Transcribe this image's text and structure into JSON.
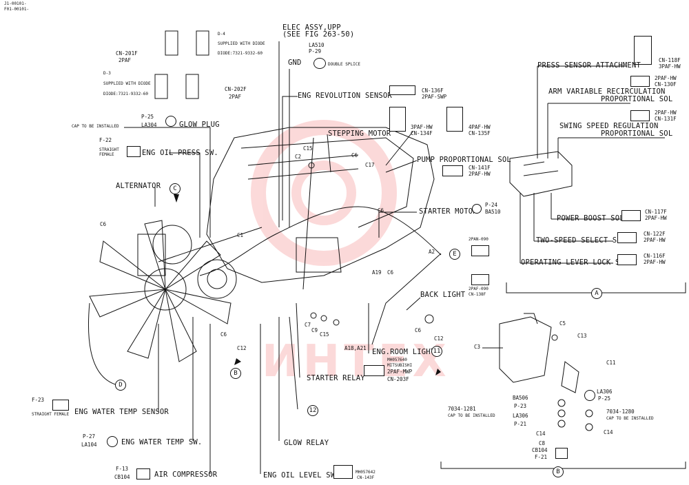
{
  "header": {
    "ref_lines": [
      "J1-00101-",
      "F01-00101-"
    ]
  },
  "watermark": {
    "text": "ИНТЕХ",
    "color": "#e33333"
  },
  "labels": {
    "elec_assy": "ELEC ASSY,UPP",
    "see_fig": "(SEE FIG 263-50)",
    "gnd": "GND",
    "la510": "LA510",
    "p29": "P-29",
    "double_splice": "DOUBLE SPLICE",
    "d4": "D-4",
    "supplied_diode": "SUPPLIED WITH DIODE",
    "diode_no": "DIODE:7321-9332-60",
    "cn201f": "CN-201F",
    "paf2": "2PAF",
    "d3": "D-3",
    "cn202f": "CN-202F",
    "eng_rev": "ENG REVOLUTION SENSOR",
    "cn136f": "CN-136F",
    "paf_swp": "2PAF-SWP",
    "paf3_hw": "3PAF-HW",
    "cn134f": "CN-134F",
    "paf4_hw": "4PAF-HW",
    "cn135f": "CN-135F",
    "p25": "P-25",
    "la304": "LA304",
    "glow_plug": "GLOW PLUG",
    "cap_install": "CAP TO BE INSTALLED",
    "f22": "F-22",
    "straight_female": "STRAIGHT FEMALE",
    "eng_oil_press": "ENG OIL PRESS SW.",
    "stepping_motor": "STEPPING MOTOR",
    "pump_prop": "PUMP PROPORTIONAL SOL",
    "cn141f": "CN-141F",
    "paf2_hw": "2PAF-HW",
    "alternator": "ALTERNATOR",
    "starter_motor": "STARTER MOTOR",
    "p24": "P-24",
    "ba510": "BA510",
    "pan090": "2PAN-090",
    "paf090": "2PAF-090",
    "cn138f": "CN-138F",
    "back_light": "BACK LIGHT",
    "eng_room_light": "ENG.ROOM LIGHT",
    "mh057640": "MH057640",
    "mitsubishi": "MITSUBISHI",
    "paf_mwp": "2PAF-MWP",
    "starter_relay": "STARTER RELAY",
    "cn203f": "CN-203F",
    "f23": "F-23",
    "eng_water_sensor": "ENG WATER TEMP SENSOR",
    "p27": "P-27",
    "la104": "LA104",
    "eng_water_sw": "ENG WATER TEMP SW.",
    "f13": "F-13",
    "cb104": "CB104",
    "air_comp": "AIR COMPRESSOR",
    "glow_relay": "GLOW RELAY",
    "eng_oil_level": "ENG OIL LEVEL SW.",
    "mh057642": "MH057642",
    "cn143f": "CN-143F",
    "press_attach": "PRESS SENSOR ATTACHMENT",
    "cn118f": "CN-118F",
    "paf3hw": "3PAF-HW",
    "arm_var1": "ARM VARIABLE RECIRCULATION",
    "arm_var2": "PROPORTIONAL SOL",
    "cn130f": "CN-130F",
    "swing1": "SWING SPEED REGULATION",
    "swing2": "PROPORTIONAL SOL",
    "cn131f": "CN-131F",
    "power_boost": "POWER BOOST SOL",
    "cn117f": "CN-117F",
    "two_speed": "TWO-SPEED SELECT SOL",
    "cn122f": "CN-122F",
    "op_lever": "OPERATING LEVER LOCK SOL",
    "cn116f": "CN-116F",
    "c3": "C3",
    "c5": "C5",
    "c13": "C13",
    "c11": "C11",
    "c14": "C14",
    "c8": "C8",
    "la306": "LA306",
    "p25b": "P-25",
    "ba506": "BA506",
    "p23": "P-23",
    "la306b": "LA306",
    "p21": "P-21",
    "cb104b": "CB104",
    "f21": "F-21",
    "n7034_1281": "7034-1281",
    "n7034_1280": "7034-1280",
    "c1": "C1",
    "c2": "C2",
    "c6": "C6",
    "c7": "C7",
    "c9": "C9",
    "c12": "C12",
    "c15": "C15",
    "c17": "C17",
    "a2": "A2",
    "a19": "A19",
    "a18_21": "A18,A21"
  },
  "callouts": {
    "a": "A",
    "b": "B",
    "c": "C",
    "d": "D",
    "e": "E",
    "n11": "11",
    "n12": "12"
  }
}
